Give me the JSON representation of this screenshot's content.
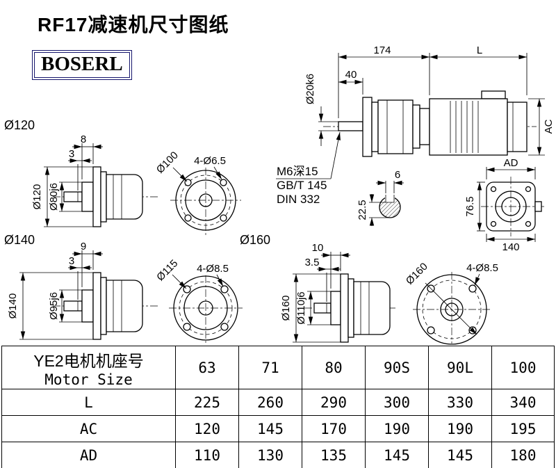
{
  "page": {
    "title": "RF17减速机尺寸图纸",
    "logo": "BOSERL"
  },
  "main_view": {
    "dim_174": "174",
    "dim_L": "L",
    "dim_40": "40",
    "dim_shaft": "Ø20k6",
    "dim_ac": "AC",
    "note1": "M6深15",
    "note2": "GB/T 145",
    "note3": "DIN 332"
  },
  "key_section": {
    "width": "6",
    "depth": "22.5"
  },
  "rear_view": {
    "dim_ad": "AD",
    "dim_height": "76.5",
    "dim_width": "140"
  },
  "view120": {
    "label": "Ø120",
    "step1": "8",
    "step2": "3",
    "outer": "Ø120",
    "spigot": "Ø80j6",
    "holes": "4-Ø6.5",
    "bolt_circle": "Ø100"
  },
  "view140": {
    "label": "Ø140",
    "step1": "9",
    "step2": "3",
    "outer": "Ø140",
    "spigot": "Ø95j6",
    "holes": "4-Ø8.5",
    "bolt_circle": "Ø115"
  },
  "view160": {
    "label": "Ø160",
    "step1": "10",
    "step2": "3.5",
    "outer": "Ø160",
    "spigot": "Ø110j6",
    "holes": "4-Ø8.5",
    "bolt_circle": "Ø160"
  },
  "table": {
    "header_cn": "YE2电机机座号",
    "header_en": "Motor Size",
    "columns": [
      "63",
      "71",
      "80",
      "90S",
      "90L",
      "100"
    ],
    "rows": [
      {
        "label": "L",
        "values": [
          "225",
          "260",
          "290",
          "300",
          "330",
          "340"
        ]
      },
      {
        "label": "AC",
        "values": [
          "120",
          "145",
          "170",
          "190",
          "190",
          "195"
        ]
      },
      {
        "label": "AD",
        "values": [
          "110",
          "130",
          "135",
          "145",
          "145",
          "180"
        ]
      }
    ]
  }
}
